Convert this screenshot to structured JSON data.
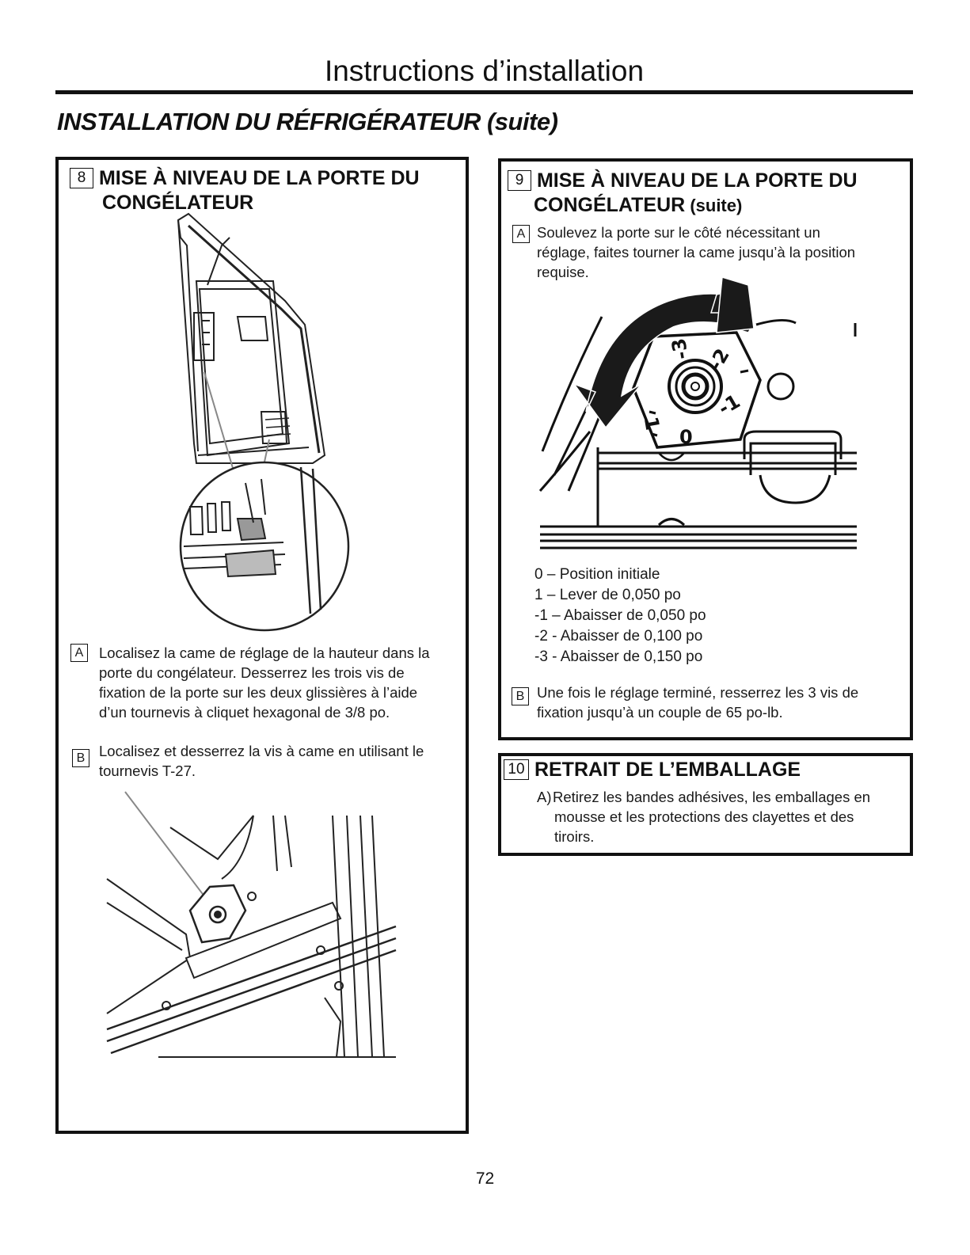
{
  "header": {
    "title": "Instructions d’installation"
  },
  "section": {
    "title": "INSTALLATION DU RÉFRIGÉRATEUR",
    "suffix": " (suite)"
  },
  "step8": {
    "number": "8",
    "title_line1": "MISE À NIVEAU DE LA PORTE DU",
    "title_line2": "CONGÉLATEUR",
    "a_label": "A",
    "a_text": "Localisez la came de réglage de la hauteur dans la porte du congélateur. Desserrez les trois vis de fixation de la porte sur les deux glissières à l’aide d’un tournevis à cliquet hexagonal de 3/8 po.",
    "b_label": "B",
    "b_text": "Localisez et desserrez la vis à came en utilisant le tournevis T-27."
  },
  "step9": {
    "number": "9",
    "title_line1": "MISE À NIVEAU DE LA PORTE DU",
    "title_line2": "CONGÉLATEUR",
    "title_suffix": " (suite)",
    "a_label": "A",
    "a_text": "Soulevez la porte sur le côté nécessitant un réglage, faites tourner la came jusqu’à la position requise.",
    "cam_marks": [
      "-3",
      "-2",
      "-1",
      "0",
      "1"
    ],
    "legend": [
      "0 – Position initiale",
      "1 – Lever de 0,050 po",
      "-1 – Abaisser de 0,050 po",
      "-2 - Abaisser de 0,100 po",
      "-3 - Abaisser de 0,150 po"
    ],
    "b_label": "B",
    "b_text": "Une fois le réglage terminé, resserrez les 3 vis de fixation jusqu’à un couple de 65 po-lb."
  },
  "step10": {
    "number": "10",
    "title": "RETRAIT DE L’EMBALLAGE",
    "a_label": "A)",
    "a_text": "Retirez les bandes adhésives, les emballages en mousse et les protections des clayettes et des tiroirs."
  },
  "page_number": "72"
}
